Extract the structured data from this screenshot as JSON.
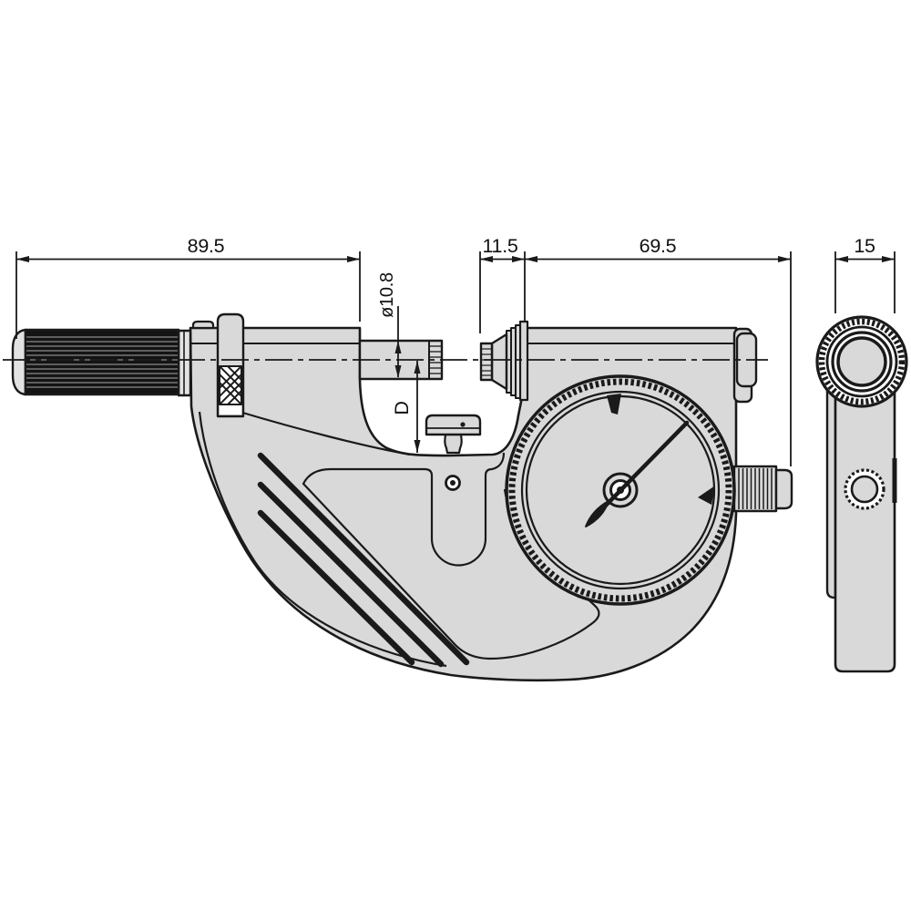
{
  "drawing": {
    "type": "technical-outline-drawing",
    "subject": "dial snap micrometer, front and side views with dimensions",
    "dimensions": {
      "overall_length": "89.5",
      "anvil_protrusion": "11.5",
      "frame_width": "69.5",
      "side_width": "15",
      "spindle_diameter": "ø10.8",
      "throat_depth": "D"
    },
    "colors": {
      "background": "#ffffff",
      "body_fill": "#d9d9d9",
      "line": "#1a1a1a",
      "knurl_fill": "#141414"
    }
  }
}
